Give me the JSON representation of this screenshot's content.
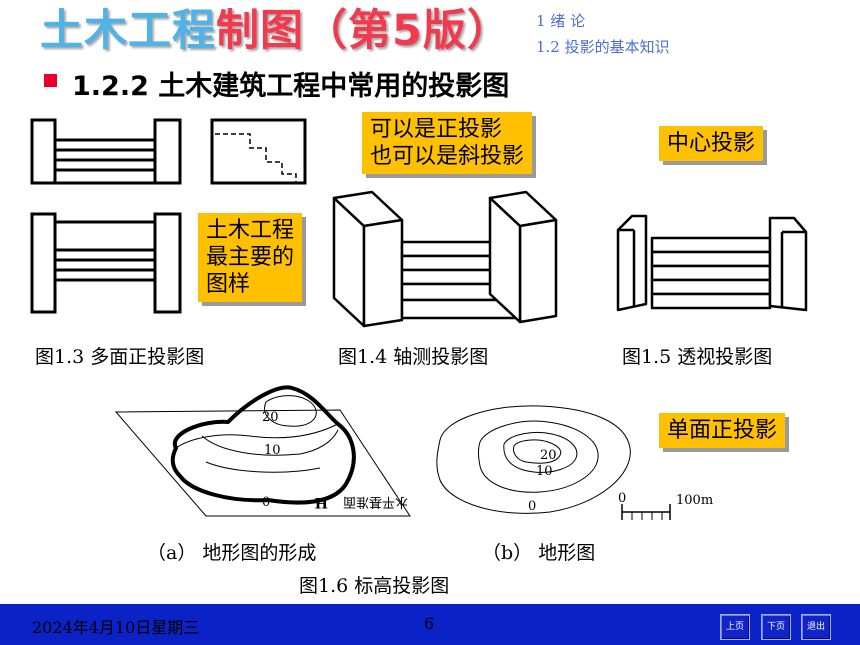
{
  "header": {
    "title_part1": "土木工程",
    "title_part2": "制图（第5版）",
    "chapter": "1   绪   论",
    "section": "1.2  投影的基本知识"
  },
  "section_heading": "1.2.2  土木建筑工程中常用的投影图",
  "notes": {
    "orthographic_oblique_line1": "可以是正投影",
    "orthographic_oblique_line2": "也可以是斜投影",
    "central_projection": "中心投影",
    "civil_drawing_line1": "土木工程",
    "civil_drawing_line2": "最主要的",
    "civil_drawing_line3": "图样",
    "single_plane": "单面正投影"
  },
  "captions": {
    "fig1_3": "图1.3  多面正投影图",
    "fig1_4": "图1.4  轴测投影图",
    "fig1_5": "图1.5  透视投影图",
    "fig_a": "（a） 地形图的形成",
    "fig_b": "（b） 地形图",
    "fig1_6": "图1.6   标高投影图"
  },
  "contour_labels": {
    "a_20": "20",
    "a_10": "10",
    "a_0": "0",
    "plane": "水平基准面",
    "plane_H": "H",
    "b_20": "20",
    "b_10": "10",
    "b_0": "0",
    "scale_0": "0",
    "scale_100": "100m"
  },
  "footer": {
    "date": "2024年4月10日星期三",
    "page": "6",
    "prev": "上页",
    "next": "下页",
    "exit": "退出"
  },
  "colors": {
    "title_blue": "#4fb3e8",
    "title_red": "#f23a4e",
    "note_bg": "#ffc000",
    "footer_bg": "#0b22c7",
    "bullet": "#e8002a"
  }
}
